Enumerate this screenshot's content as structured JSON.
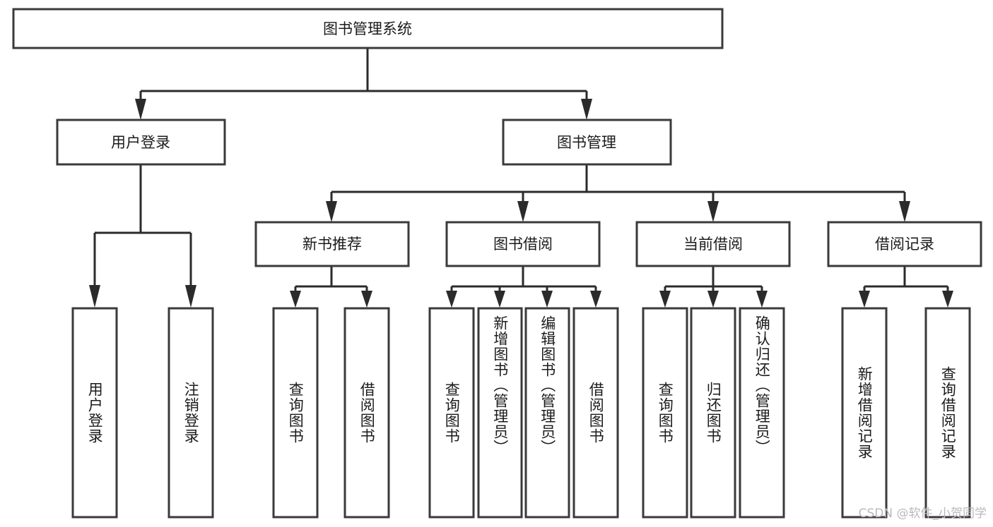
{
  "diagram": {
    "title": "图书管理系统",
    "type": "tree-hierarchy-chart",
    "watermark": "CSDN @软件_小贺同学",
    "colors": {
      "box_fill": "#ffffff",
      "box_stroke": "#3a3a3a",
      "connector": "#2b2b2b",
      "text": "#1b1b1b",
      "watermark": "#b9b9b9",
      "background": "#ffffff"
    },
    "root": {
      "label": "图书管理系统"
    },
    "level2": [
      {
        "label": "用户登录"
      },
      {
        "label": "图书管理"
      }
    ],
    "level3": [
      {
        "label": "新书推荐"
      },
      {
        "label": "图书借阅"
      },
      {
        "label": "当前借阅"
      },
      {
        "label": "借阅记录"
      }
    ],
    "leaves": {
      "user_login": [
        {
          "label": "用户登录"
        },
        {
          "label": "注销登录"
        }
      ],
      "new_book_recommend": [
        {
          "label": "查询图书"
        },
        {
          "label": "借阅图书"
        }
      ],
      "book_borrow": [
        {
          "label": "查询图书"
        },
        {
          "label": "新增图书（管理员）"
        },
        {
          "label": "编辑图书（管理员）"
        },
        {
          "label": "借阅图书"
        }
      ],
      "current_borrow": [
        {
          "label": "查询图书"
        },
        {
          "label": "归还图书"
        },
        {
          "label": "确认归还（管理员）"
        }
      ],
      "borrow_record": [
        {
          "label": "新增借阅记录"
        },
        {
          "label": "查询借阅记录"
        }
      ]
    }
  }
}
